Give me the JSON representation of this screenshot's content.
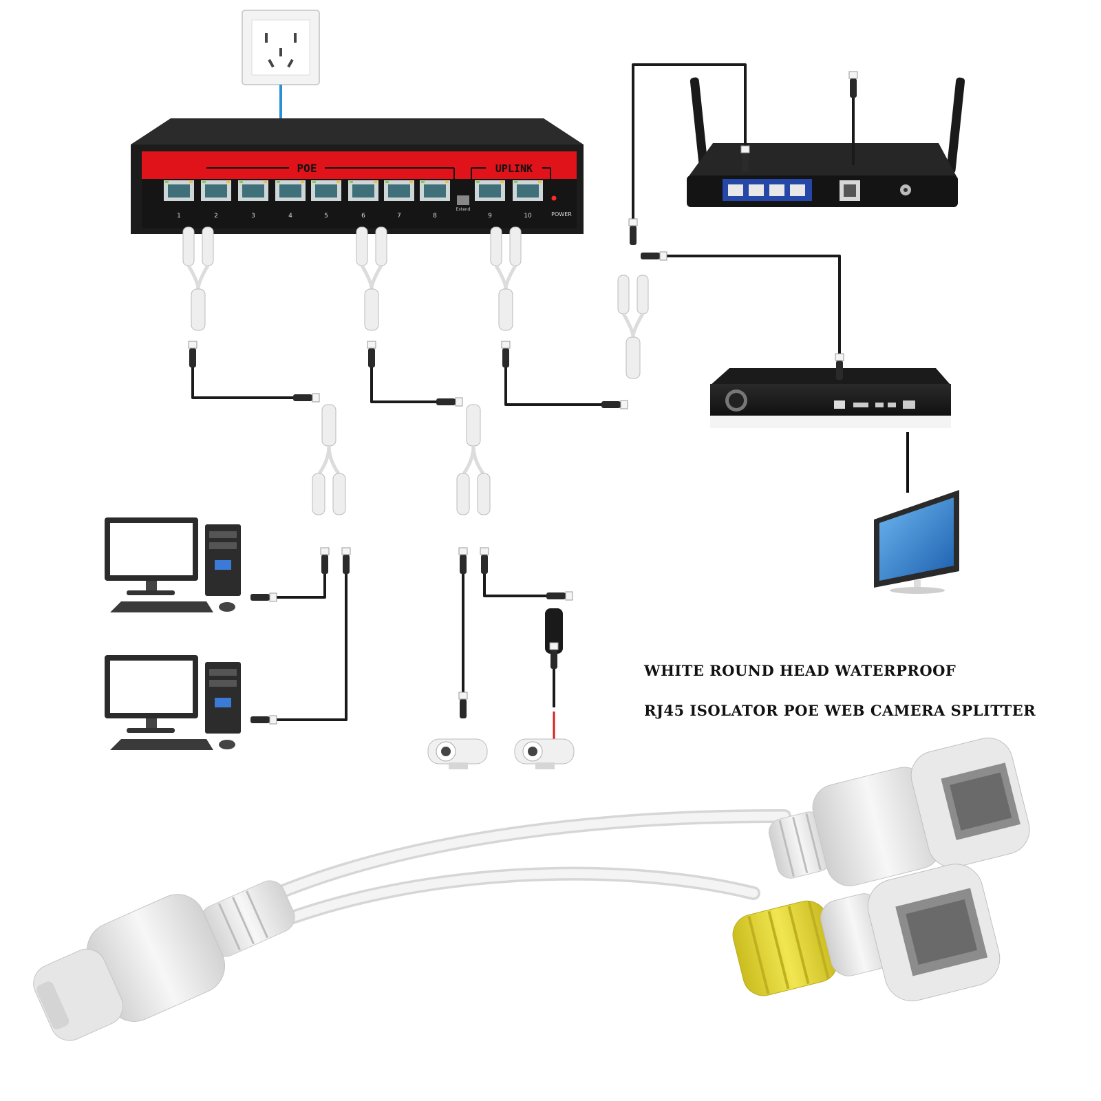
{
  "switch": {
    "poe_label": "POE",
    "uplink_label": "UPLINK",
    "power_label": "POWER",
    "extend_label": "Extend",
    "port_numbers": [
      "1",
      "2",
      "3",
      "4",
      "5",
      "6",
      "7",
      "8",
      "9",
      "10"
    ]
  },
  "caption": {
    "line1": "WHITE ROUND HEAD WATERPROOF",
    "line2": "RJ45 ISOLATOR POE WEB CAMERA SPLITTER"
  },
  "colors": {
    "switch_body": "#1e1e1e",
    "switch_panel": "#e0121a",
    "power_cable": "#2a8fd6",
    "cable": "#1a1a1a",
    "splitter_white": "#eeeeee",
    "splitter_yellow": "#e9dc3a",
    "camera_cable_red": "#d81f1f",
    "router_ports": "#2447a8",
    "monitor_screen": "#2f86d8"
  },
  "icons": [
    "wall-socket-icon",
    "poe-switch-icon",
    "router-icon",
    "nvr-icon",
    "monitor-icon",
    "desktop-computer-icon",
    "bullet-camera-icon",
    "power-adapter-icon",
    "y-splitter-icon"
  ]
}
